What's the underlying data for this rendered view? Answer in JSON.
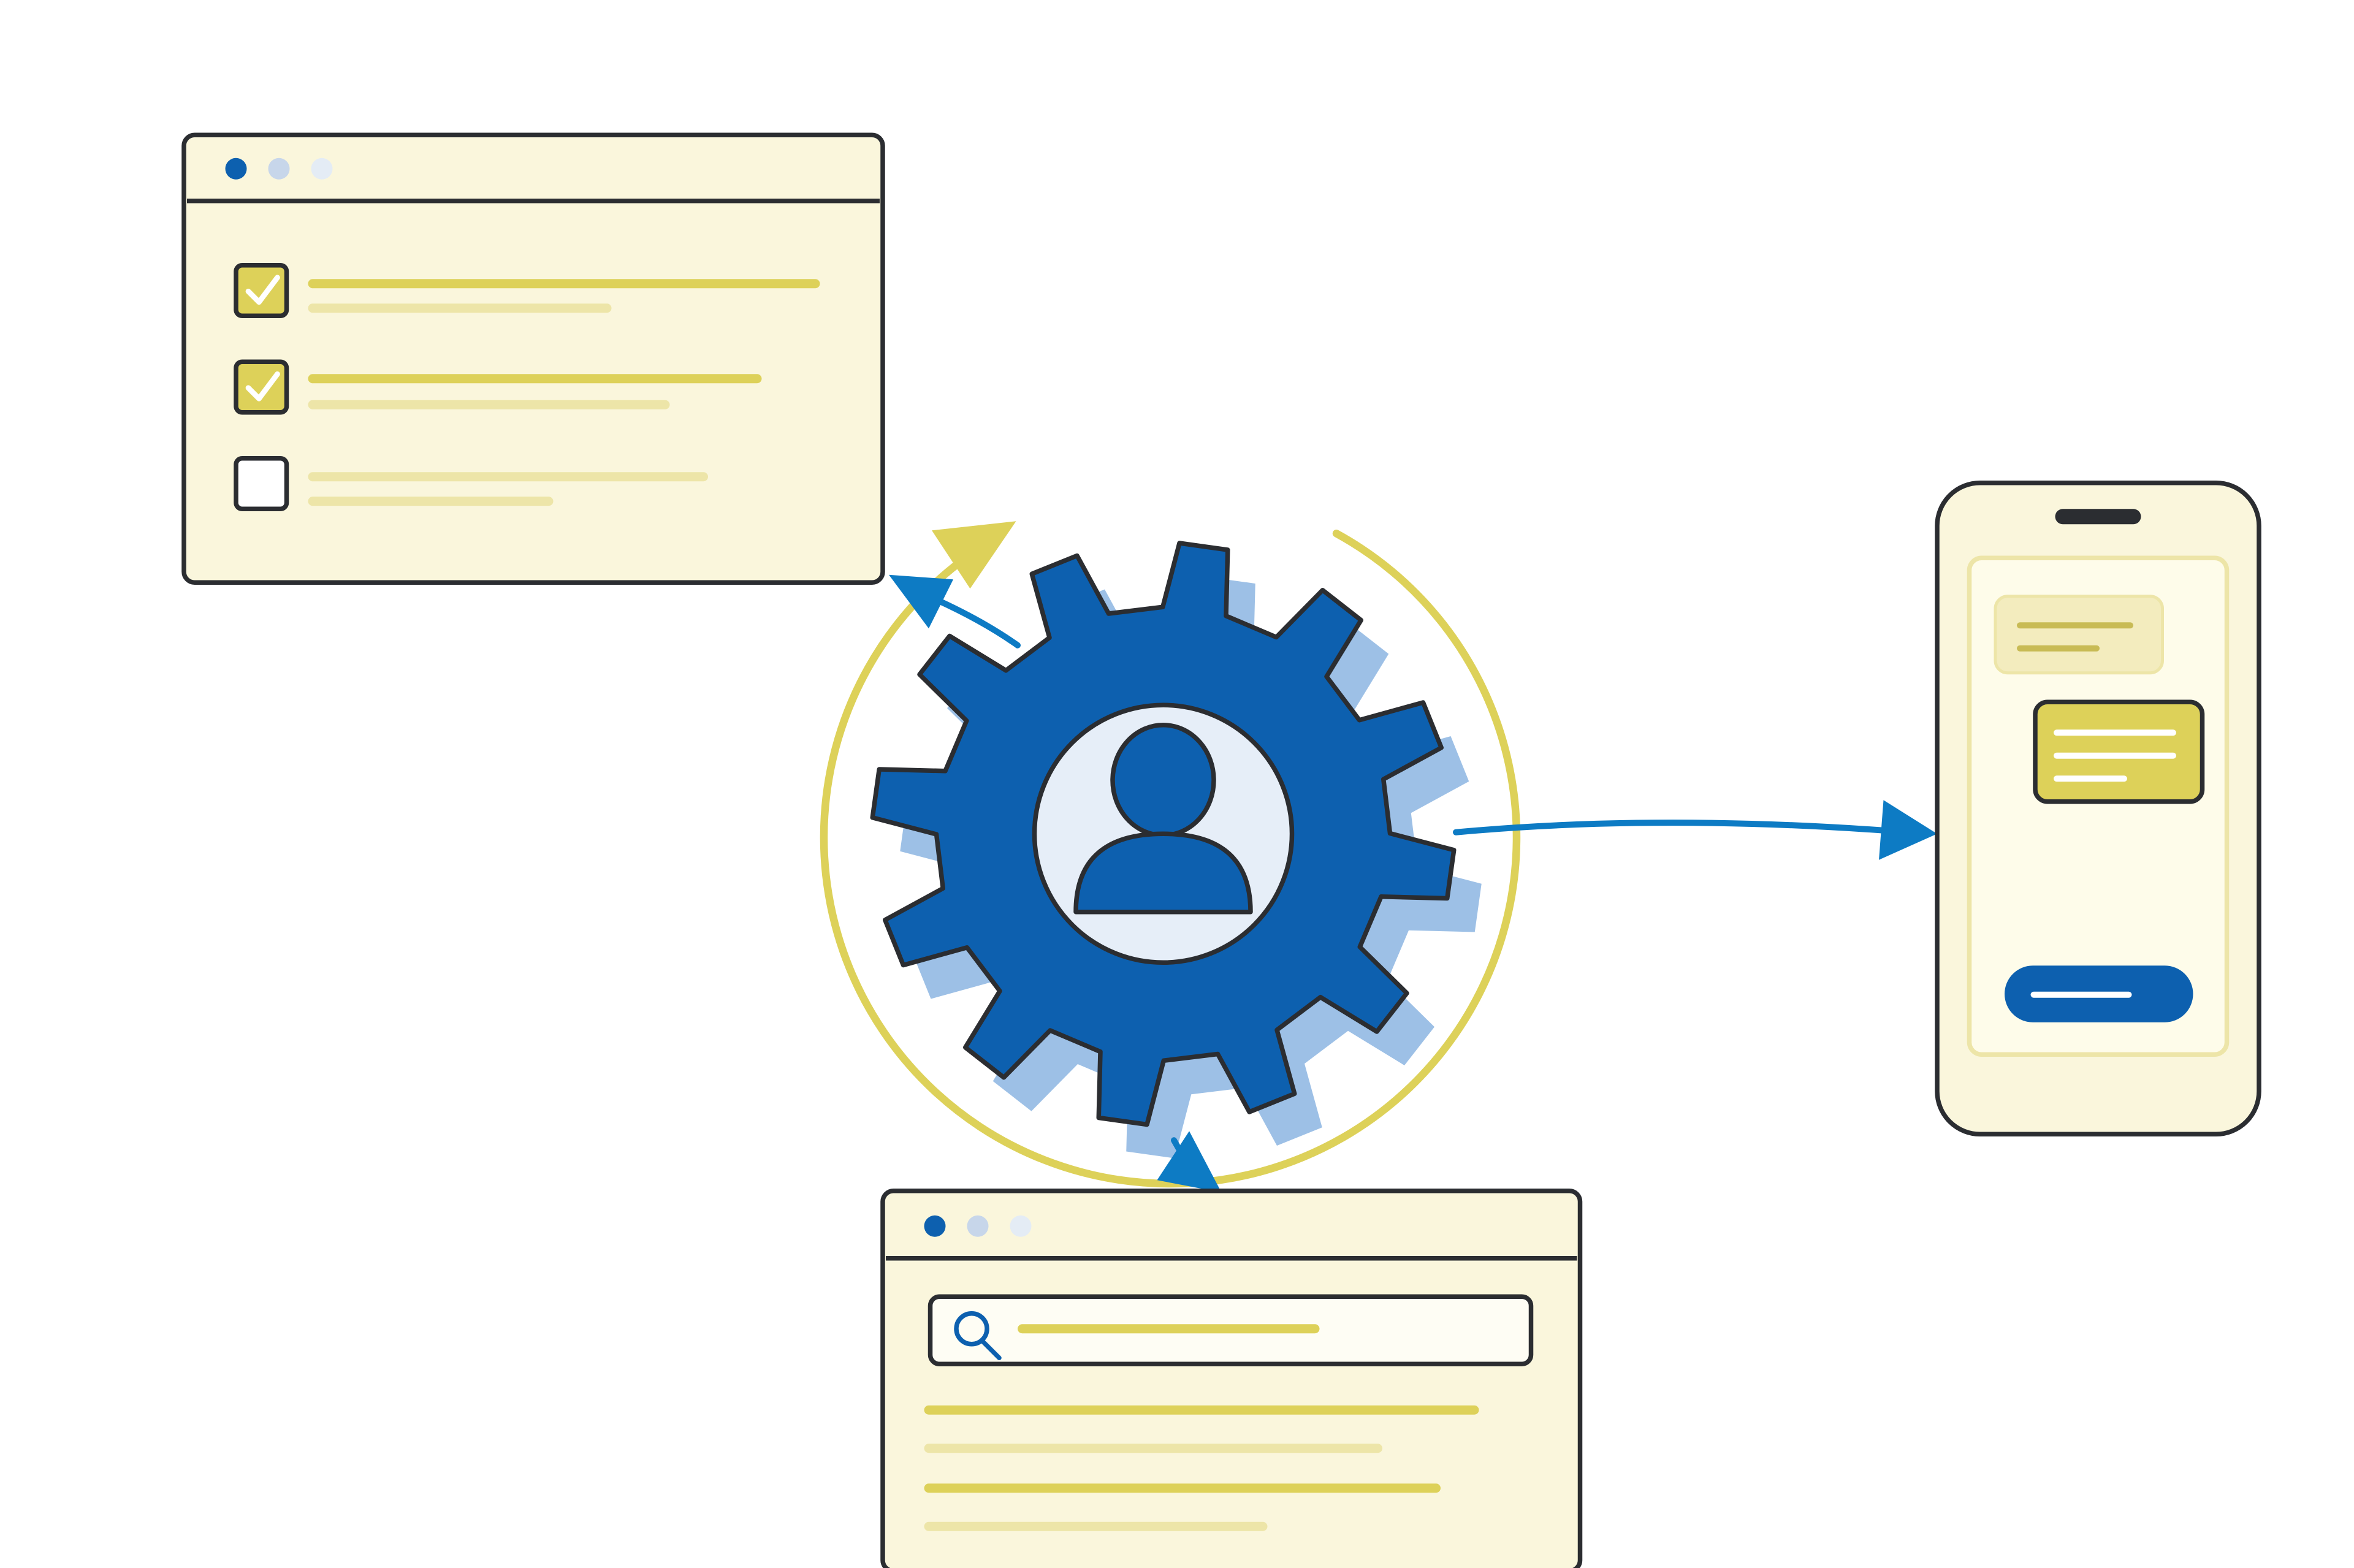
{
  "colors": {
    "background": "#ffffff",
    "outline": "#2b2d31",
    "panel": "#faf6dc",
    "yellow": "#ddd159",
    "yellow_light": "#ede5a8",
    "blue": "#0d60af",
    "blue_arrow": "#0d7bc4",
    "blue_shadow": "#9dc0e6",
    "dot_light": "#c7d6ea",
    "dot_lighter": "#e4ecf5",
    "avatar_bg": "#e6eef8"
  },
  "icons": {
    "gear": "gear-icon",
    "user": "user-icon",
    "check": "check-icon",
    "search": "search-icon",
    "arrow": "arrow-head-icon"
  },
  "checklist_window": {
    "items": [
      {
        "checked": true
      },
      {
        "checked": true
      },
      {
        "checked": false
      }
    ]
  },
  "search_window": {
    "has_query": true,
    "result_lines": 4
  },
  "phone": {
    "messages": [
      {
        "from": "other",
        "lines": 2
      },
      {
        "from": "self",
        "lines": 3
      }
    ],
    "has_action_button": true
  }
}
